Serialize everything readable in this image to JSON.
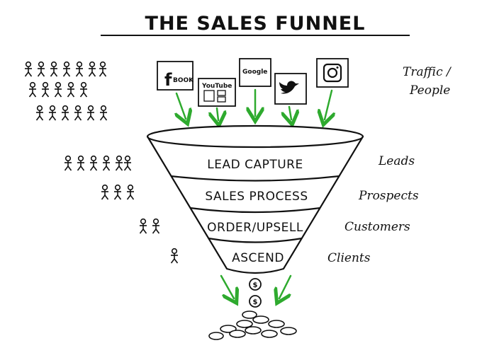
{
  "title": "THE SALES FUNNEL",
  "traffic": {
    "label_line1": "Traffic /",
    "label_line2": "People"
  },
  "sources": [
    {
      "icon": "facebook-icon",
      "text": "BOOK"
    },
    {
      "icon": "youtube-icon",
      "text": "YouTube"
    },
    {
      "icon": "google-icon",
      "text": "Google"
    },
    {
      "icon": "twitter-icon",
      "text": ""
    },
    {
      "icon": "instagram-icon",
      "text": ""
    }
  ],
  "funnel": {
    "stages": [
      {
        "label": "LEAD CAPTURE",
        "side": "Leads"
      },
      {
        "label": "SALES PROCESS",
        "side": "Prospects"
      },
      {
        "label": "ORDER/UPSELL",
        "side": "Customers"
      },
      {
        "label": "ASCEND",
        "side": "Clients"
      }
    ]
  },
  "colors": {
    "arrow": "#2eaa2e",
    "ink": "#111111"
  }
}
